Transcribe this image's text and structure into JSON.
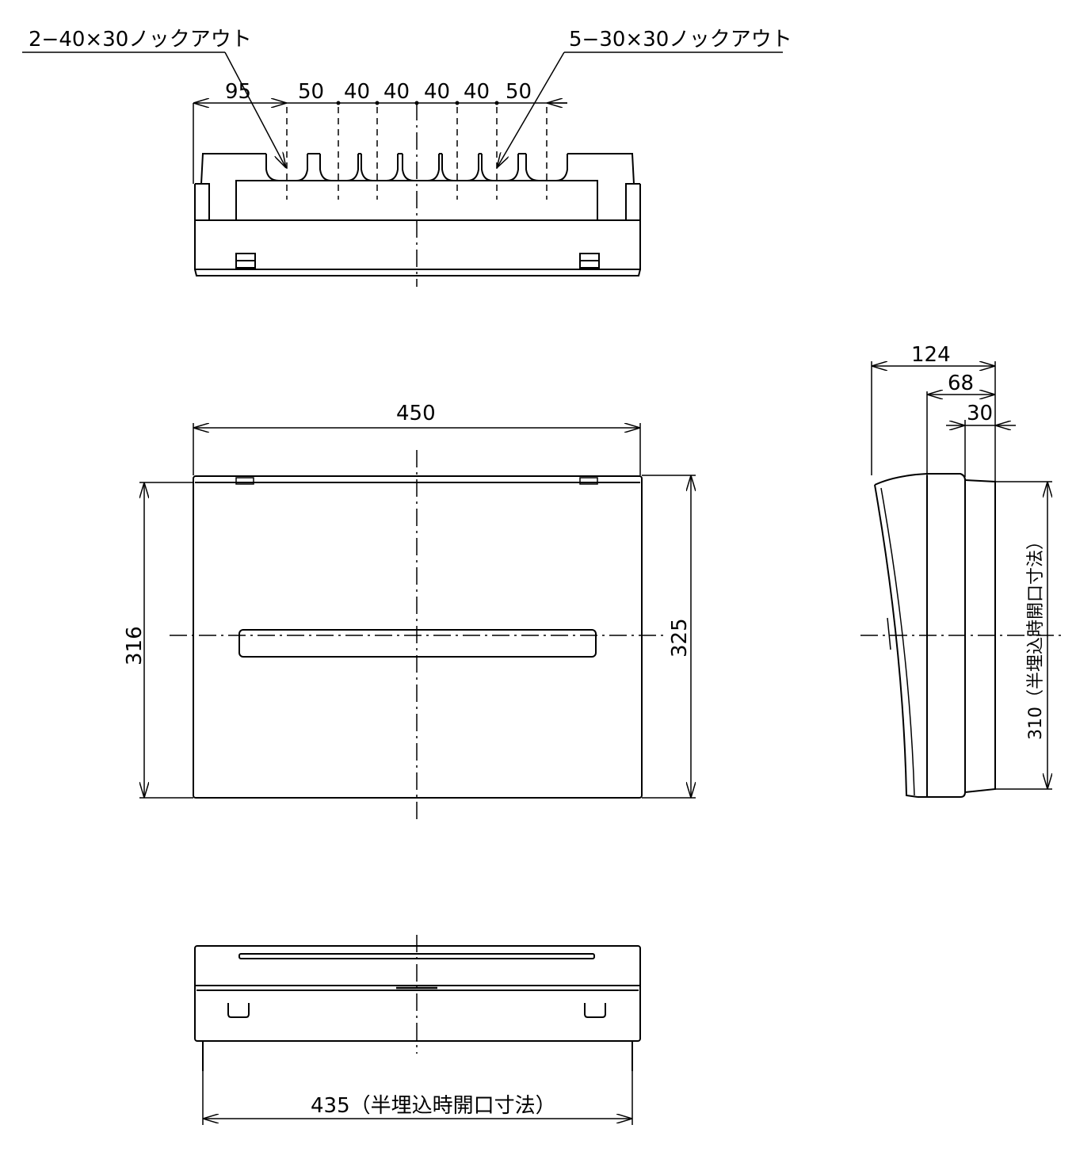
{
  "labels": {
    "knockout_left": "2−40×30ノックアウト",
    "knockout_right": "5−30×30ノックアウト"
  },
  "top_view_dimensions": [
    "95",
    "50",
    "40",
    "40",
    "40",
    "40",
    "50"
  ],
  "front_view": {
    "width": "450",
    "height_left": "316",
    "height_right": "325"
  },
  "side_view": {
    "depth_total": "124",
    "depth_mid": "68",
    "depth_small": "30",
    "opening_height": "310（半埋込時開口寸法）"
  },
  "bottom_view": {
    "opening_width": "435（半埋込時開口寸法）"
  },
  "colors": {
    "line": "#000000",
    "background": "#ffffff"
  }
}
